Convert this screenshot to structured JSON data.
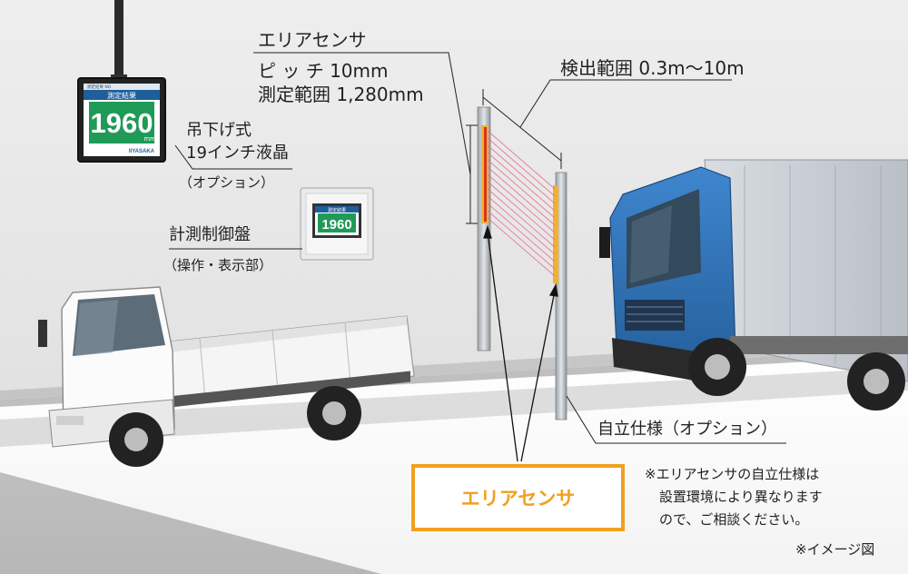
{
  "labels": {
    "area_sensor_title": "エリアセンサ",
    "pitch": "ピ ッ チ 10mm",
    "measure_range": "測定範囲 1,280mm",
    "detect_range": "検出範囲 0.3m〜10m",
    "hanging_line1": "吊下げ式",
    "hanging_line2": "19インチ液晶",
    "hanging_option": "（オプション）",
    "control_panel": "計測制御盤",
    "control_panel_sub": "（操作・表示部）",
    "self_standing": "自立仕様（オプション）",
    "sensor_box": "エリアセンサ",
    "note_line1": "※エリアセンサの自立仕様は",
    "note_line2": "設置環境により異なります",
    "note_line3": "ので、ご相談ください。",
    "image_note": "※イメージ図"
  },
  "display": {
    "header_small": "測定結果 NO",
    "title": "測定結果",
    "value": "1960",
    "unit": "mm",
    "brand": "IIYASAKA"
  },
  "panel": {
    "title": "測定結果",
    "value": "1960"
  },
  "colors": {
    "accent": "#f0a020",
    "display_green": "#1f9a57",
    "display_blue": "#1e5f9a",
    "truck_blue": "#2f72b8"
  }
}
